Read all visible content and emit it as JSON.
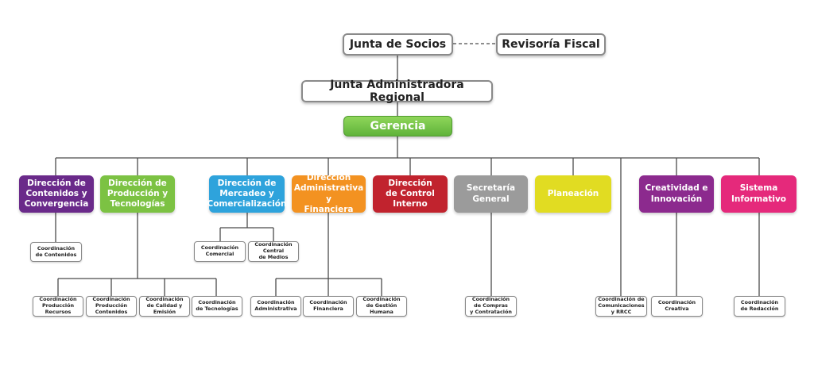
{
  "top": {
    "socios": "Junta de Socios",
    "revisoria": "Revisoría Fiscal",
    "junta_admin": "Junta Administradora Regional",
    "gerencia": "Gerencia"
  },
  "directions": [
    {
      "label": "Dirección de\nContenidos y\nConvergencia",
      "color": "#6a2a8a"
    },
    {
      "label": "Dirección de\nProducción y\nTecnologías",
      "color": "#7cc243"
    },
    {
      "label": "Dirección de\nMercadeo y\nComercialización",
      "color": "#2ea3dc"
    },
    {
      "label": "Dirección\nAdministrativa y\nFinanciera",
      "color": "#f39221"
    },
    {
      "label": "Dirección\nde Control\nInterno",
      "color": "#c1232e"
    },
    {
      "label": "Secretaría\nGeneral",
      "color": "#9b9b9b"
    },
    {
      "label": "Planeación",
      "color": "#e1dc22"
    },
    {
      "label": "Creatividad e\nInnovación",
      "color": "#8c2a8e"
    },
    {
      "label": "Sistema\nInformativo",
      "color": "#e5297b"
    }
  ],
  "coordinations": {
    "contenidos": "Coordinación\nde Contenidos",
    "produccion_recursos": "Coordinación\nProducción\nRecursos",
    "produccion_contenidos": "Coordinación\nProducción\nContenidos",
    "calidad_emision": "Coordinación\nde Calidad y\nEmisión",
    "tecnologias": "Coordinación\nde Tecnologías",
    "comercial": "Coordinación\nComercial",
    "central_medios": "Coordinación\nCentral\nde Medios",
    "administrativa": "Coordinación\nAdministrativa",
    "financiera": "Coordinación\nFinanciera",
    "gestion_humana": "Coordinación\nde Gestión\nHumana",
    "compras": "Coordinación\nde Compras\ny Contratación",
    "comunicaciones": "Coordinación de\nComunicaciones\ny RRCC",
    "creativa": "Coordinación\nCreativa",
    "redaccion": "Coordinación\nde Redacción"
  }
}
